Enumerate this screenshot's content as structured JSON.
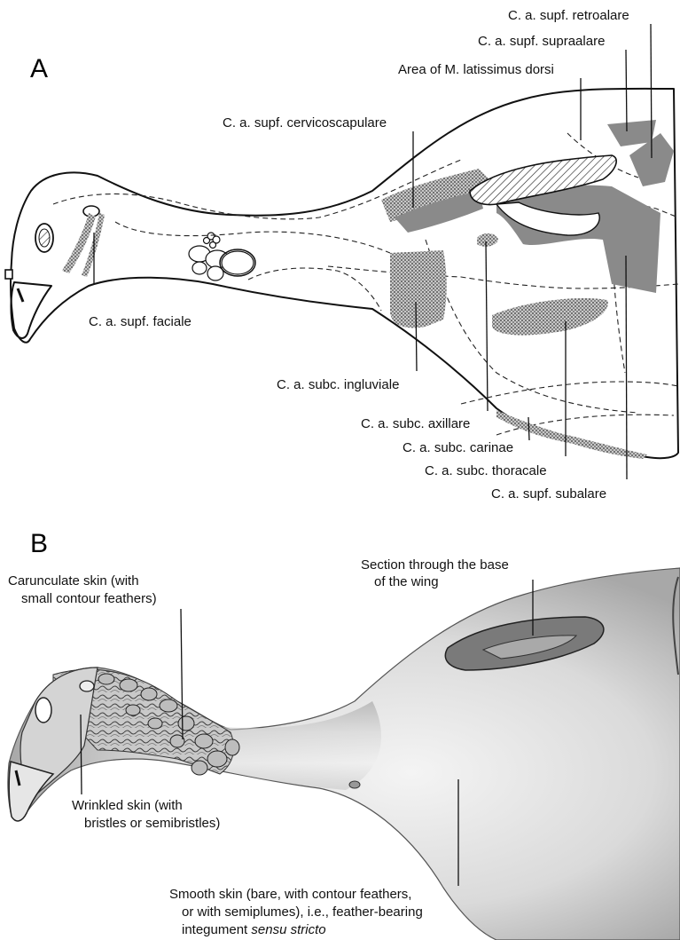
{
  "panel_a": {
    "letter": "A",
    "labels": {
      "retroalare": "C. a. supf. retroalare",
      "supraalare": "C. a. supf. supraalare",
      "latissimus": "Area of M. latissimus dorsi",
      "cervicoscapulare": "C. a. supf. cervicoscapulare",
      "faciale": "C. a. supf. faciale",
      "ingluviale": "C. a. subc. ingluviale",
      "axillare": "C. a. subc. axillare",
      "carinae": "C. a. subc. carinae",
      "thoracale": "C. a. subc. thoracale",
      "subalare": "C. a. supf. subalare"
    }
  },
  "panel_b": {
    "letter": "B",
    "labels": {
      "section_1": "Section through the base",
      "section_2": "of the wing",
      "carunculate_1": "Carunculate skin (with",
      "carunculate_2": "small contour feathers)",
      "wrinkled_1": "Wrinkled skin (with",
      "wrinkled_2": "bristles or semibristles)",
      "smooth_1": "Smooth skin (bare, with contour feathers,",
      "smooth_2": "or with semiplumes), i.e., feather-bearing",
      "smooth_3a": "integument ",
      "smooth_3b": "sensu stricto"
    }
  }
}
